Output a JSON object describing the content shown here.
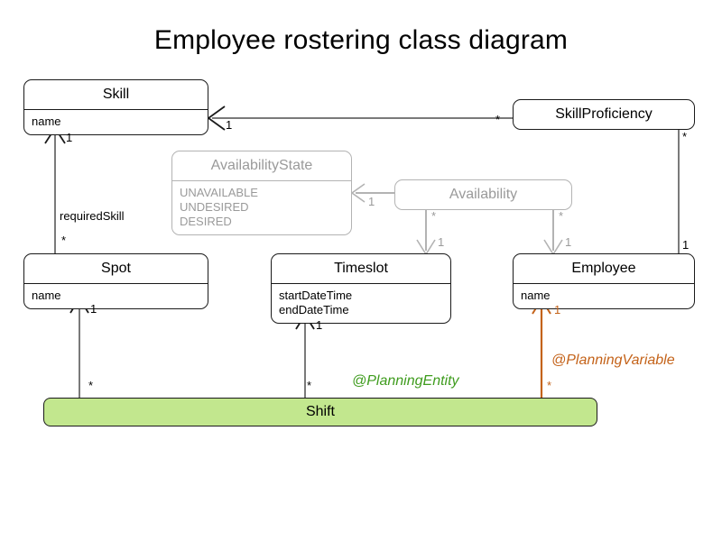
{
  "title": "Employee rostering class diagram",
  "colors": {
    "line": "#7a7a7a",
    "line_muted": "#b3b3b3",
    "planning_variable": "#c4631a",
    "planning_entity_text": "#3f9c1e",
    "planning_entity_fill": "#c2e78e",
    "box_border": "#1a1a1a",
    "text": "#000000",
    "text_muted": "#9a9a9a"
  },
  "classes": {
    "skill": {
      "name": "Skill",
      "attributes": [
        "name"
      ]
    },
    "skill_proficiency": {
      "name": "SkillProficiency",
      "attributes": []
    },
    "availability_state": {
      "name": "AvailabilityState",
      "attributes": [
        "UNAVAILABLE",
        "UNDESIRED",
        "DESIRED"
      ]
    },
    "availability": {
      "name": "Availability",
      "attributes": []
    },
    "spot": {
      "name": "Spot",
      "attributes": [
        "name"
      ]
    },
    "timeslot": {
      "name": "Timeslot",
      "attributes": [
        "startDateTime",
        "endDateTime"
      ]
    },
    "employee": {
      "name": "Employee",
      "attributes": [
        "name"
      ]
    },
    "shift": {
      "name": "Shift",
      "attributes": []
    }
  },
  "relationships": [
    {
      "id": "skillproficiency-skill",
      "source": "SkillProficiency",
      "target": "Skill",
      "source_multiplicity": "*",
      "target_multiplicity": "1",
      "role": ""
    },
    {
      "id": "skillproficiency-employee",
      "source": "SkillProficiency",
      "target": "Employee",
      "source_multiplicity": "*",
      "target_multiplicity": "1",
      "role": ""
    },
    {
      "id": "spot-skill",
      "source": "Spot",
      "target": "Skill",
      "source_multiplicity": "*",
      "target_multiplicity": "1",
      "role": "requiredSkill"
    },
    {
      "id": "availability-availabilitystate",
      "source": "Availability",
      "target": "AvailabilityState",
      "source_multiplicity": "",
      "target_multiplicity": "1",
      "role": ""
    },
    {
      "id": "availability-timeslot",
      "source": "Availability",
      "target": "Timeslot",
      "source_multiplicity": "*",
      "target_multiplicity": "1",
      "role": ""
    },
    {
      "id": "availability-employee",
      "source": "Availability",
      "target": "Employee",
      "source_multiplicity": "*",
      "target_multiplicity": "1",
      "role": ""
    },
    {
      "id": "shift-spot",
      "source": "Shift",
      "target": "Spot",
      "source_multiplicity": "*",
      "target_multiplicity": "1",
      "role": ""
    },
    {
      "id": "shift-timeslot",
      "source": "Shift",
      "target": "Timeslot",
      "source_multiplicity": "*",
      "target_multiplicity": "1",
      "role": ""
    },
    {
      "id": "shift-employee",
      "source": "Shift",
      "target": "Employee",
      "source_multiplicity": "*",
      "target_multiplicity": "1",
      "role": ""
    }
  ],
  "annotations": {
    "planning_entity": "@PlanningEntity",
    "planning_variable": "@PlanningVariable"
  },
  "multiplicity_labels": {
    "sp_skill_star": "*",
    "sp_skill_one": "1",
    "sp_emp_star": "*",
    "sp_emp_one": "1",
    "spot_skill_star": "*",
    "spot_skill_one": "1",
    "spot_skill_role": "requiredSkill",
    "avail_state_one": "1",
    "avail_ts_star": "*",
    "avail_ts_one": "1",
    "avail_emp_star": "*",
    "avail_emp_one": "1",
    "shift_spot_star": "*",
    "shift_spot_one": "1",
    "shift_ts_star": "*",
    "shift_ts_one": "1",
    "shift_emp_star": "*",
    "shift_emp_one": "1"
  }
}
